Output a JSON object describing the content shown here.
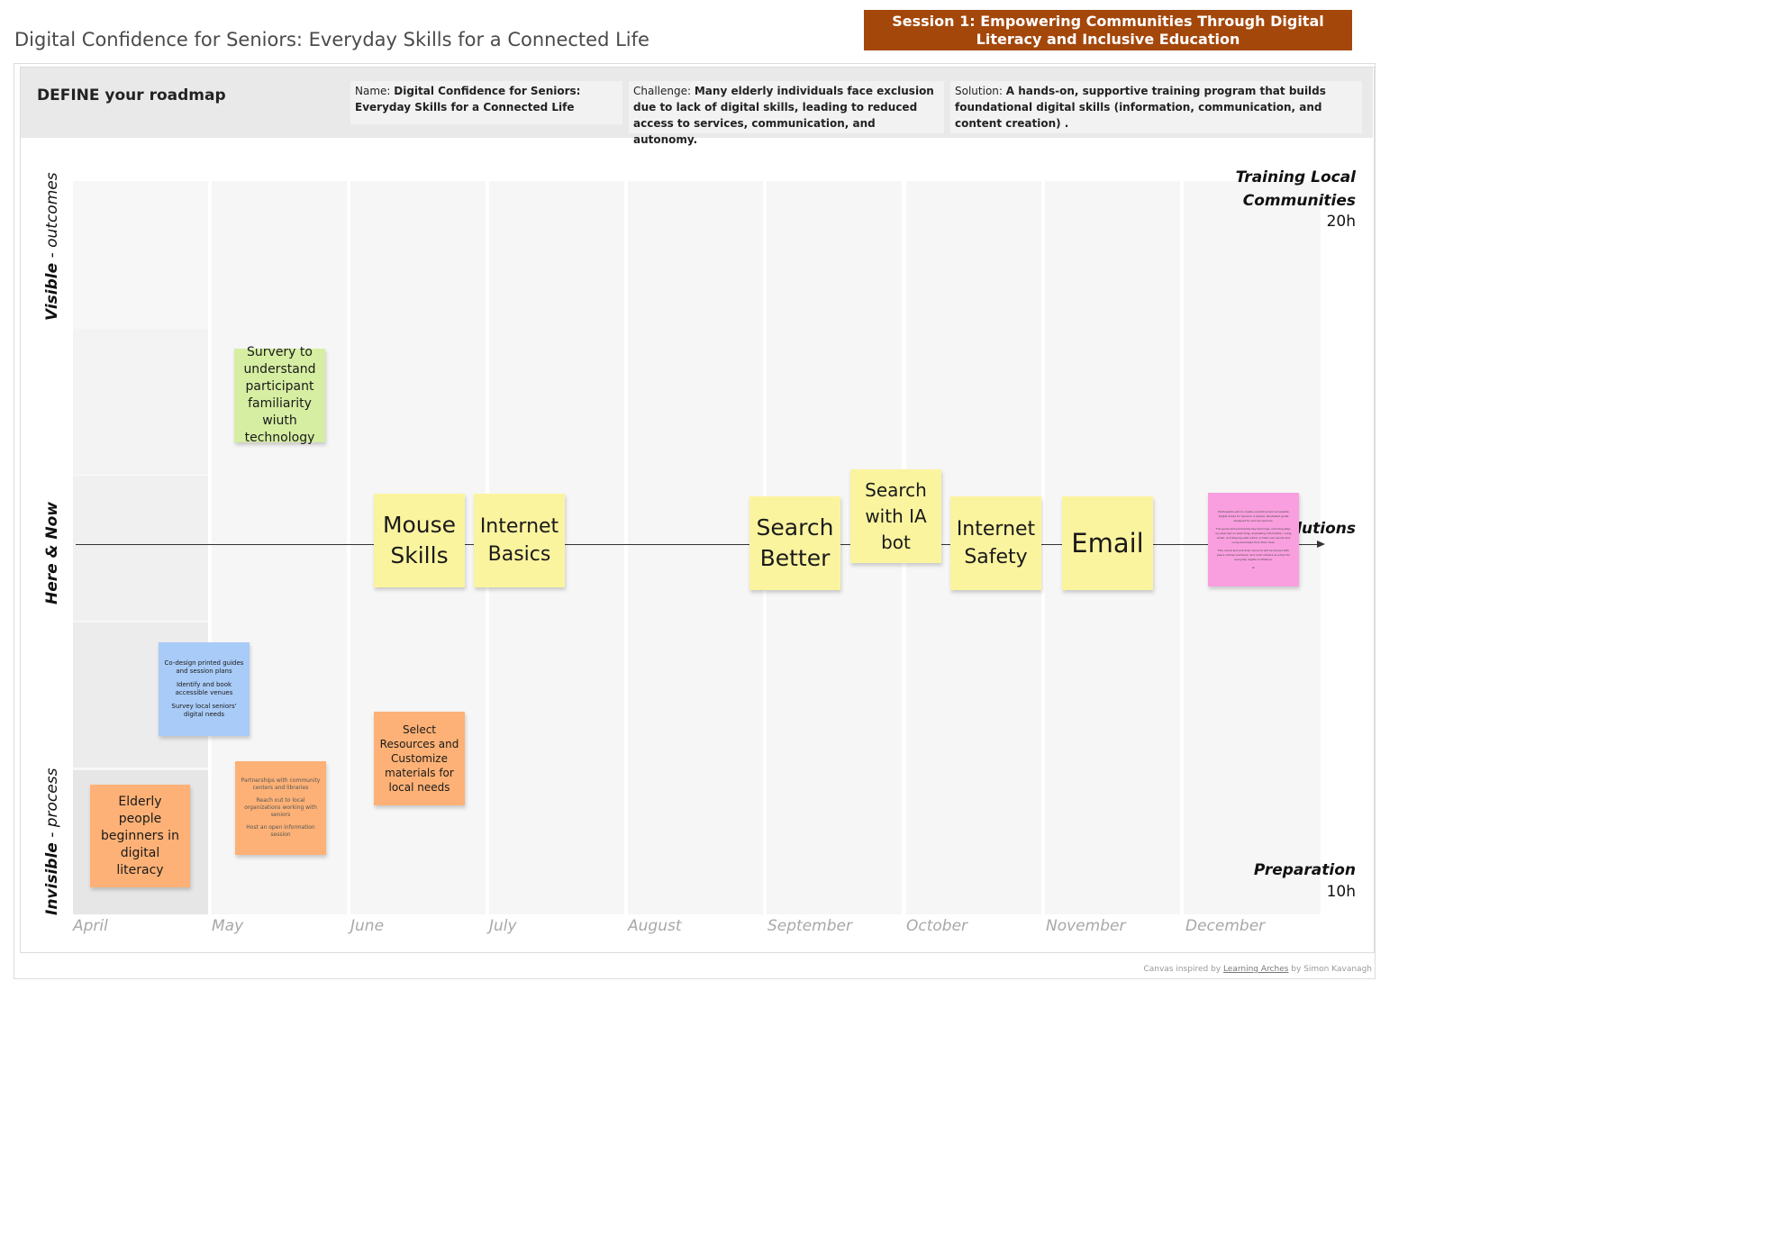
{
  "page": {
    "title": "Digital Confidence for Seniors: Everyday Skills for a Connected Life",
    "session_banner": "Session 1: Empowering Communities Through Digital Literacy and Inclusive Education"
  },
  "header": {
    "define_title": "DEFINE your roadmap",
    "name_label": "Name: ",
    "name_value": "Digital Confidence for Seniors: Everyday Skills for a Connected Life",
    "challenge_label": "Challenge: ",
    "challenge_value": "Many elderly individuals face exclusion due to lack of digital skills, leading to reduced access to services, communication, and autonomy.",
    "solution_label": "Solution: ",
    "solution_value": "A hands-on, supportive training program that builds foundational digital skills (information, communication, and content creation) ."
  },
  "axes": {
    "visible": "Visible - outcomes",
    "here_now": "Here & Now",
    "invisible": "Invisible - process",
    "top_right_label": "Training Local Communities",
    "top_right_hours": "20h",
    "middle_right_label": "Solutions",
    "bottom_right_label": "Preparation",
    "bottom_right_hours": "10h",
    "months": [
      "April",
      "May",
      "June",
      "July",
      "August",
      "September",
      "October",
      "November",
      "December"
    ]
  },
  "stickies": {
    "survey": "Survery to understand participant familiarity wiuth technology",
    "mouse": "Mouse Skills",
    "internet_basics": "Internet Basics",
    "search_better": "Search Better",
    "search_ia": "Search with IA bot",
    "internet_safety": "Internet Safety",
    "email": "Email",
    "blue_1": "Co-design printed guides and session plans",
    "blue_2": "Identify and book accessible venues",
    "blue_3": "Survey local seniors' digital needs",
    "elderly": "Elderly people beginners in digital literacy",
    "partner_1": "Partnerships with community centers and libraries",
    "partner_2": "Reach out to local organizations working with seniors",
    "partner_3": "Host an open information session",
    "select_resources": "Select Resources and Customize materials for local needs",
    "pink_1": "Participants will co-create a practical and accessible Digital Guide for Seniors: a simple, illustrated guide designed for and by learners.",
    "pink_2": "The guide will summarize key learnings, including step-by-step tips on searching, evaluating information, using email, and staying safe online, in their own words and using examples from their lives.",
    "pink_3": "This visual and practical resource will be shared with peers, family members, and local centers as a tool for everyday digital confidence.",
    "pink_4": "Gi"
  },
  "footer": {
    "credit_prefix": "Canvas inspired by ",
    "credit_link": "Learning Arches",
    "credit_suffix": " by Simon Kavanagh"
  },
  "colors": {
    "banner": "#a4470b",
    "sticky_yellow": "#fbf49f",
    "sticky_green": "#d6eea2",
    "sticky_blue": "#a9cbf7",
    "sticky_orange": "#fdb176",
    "sticky_pink": "#f99fdf"
  }
}
